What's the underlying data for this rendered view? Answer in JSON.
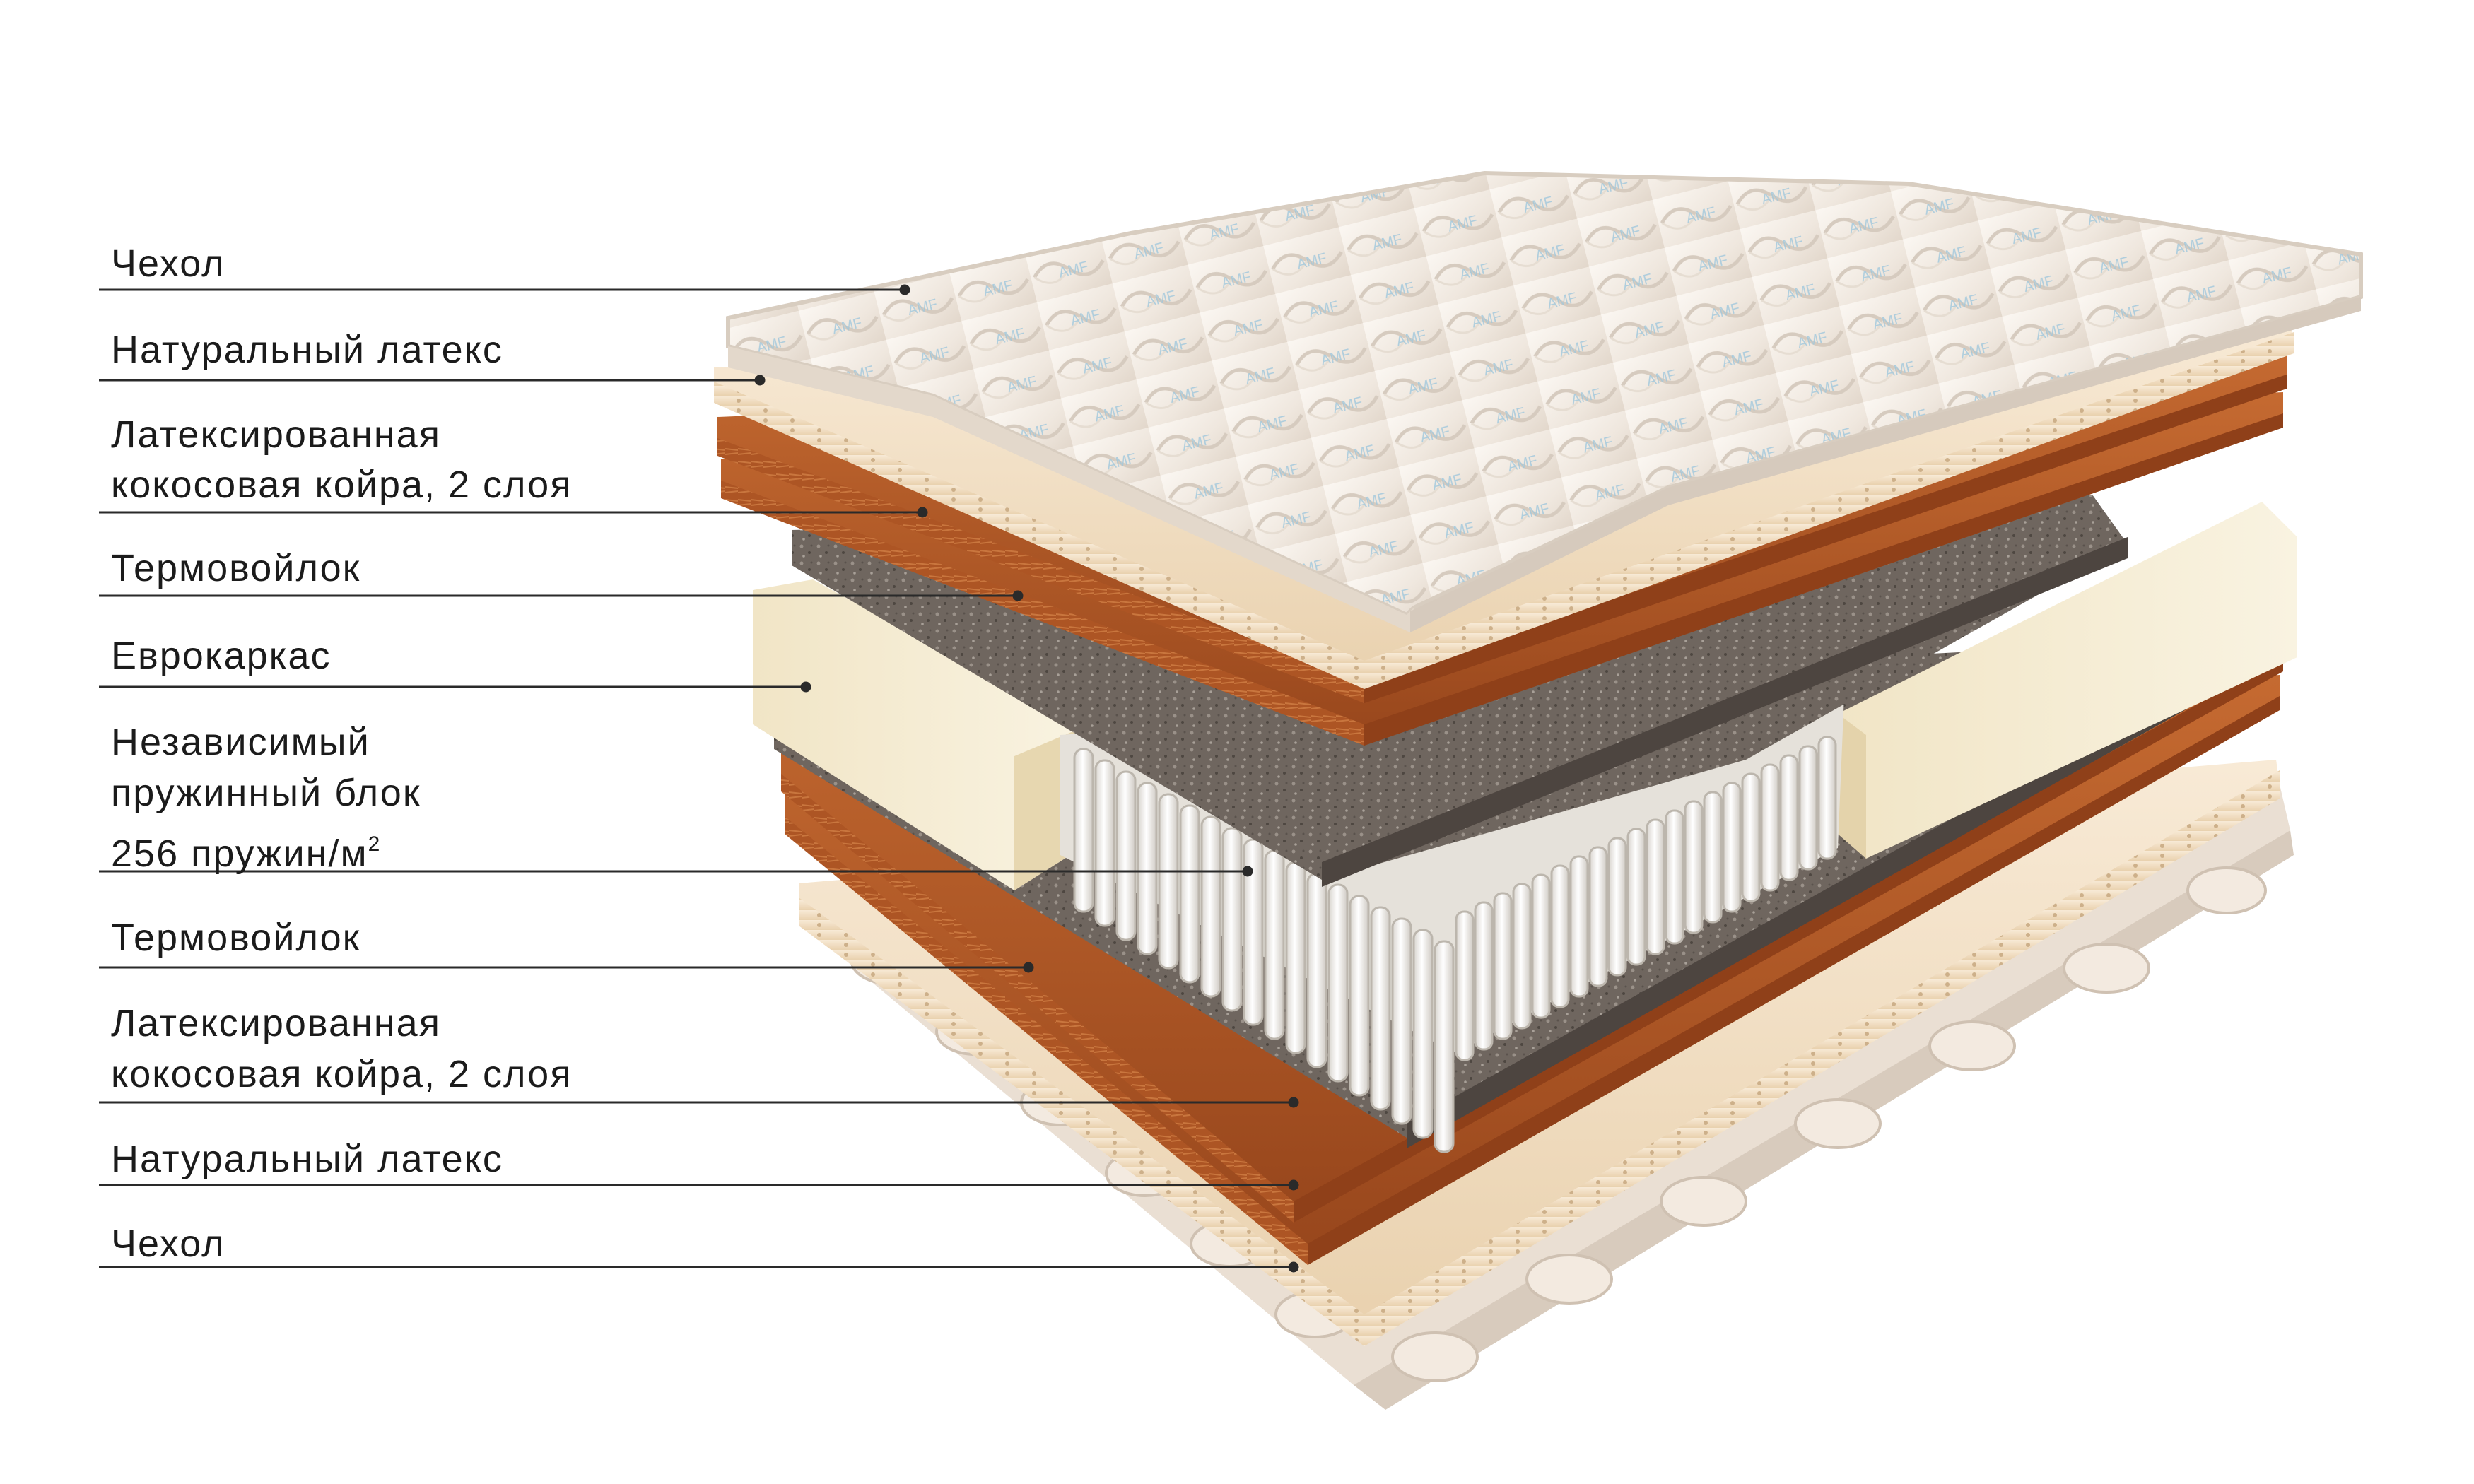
{
  "labels": {
    "cover_top": "Чехол",
    "latex_top": "Натуральный латекс",
    "coir_top_line1": "Латексированная",
    "coir_top_line2": "кокосовая койра, 2 слоя",
    "felt_top": "Термовойлок",
    "euroframe": "Еврокаркас",
    "springs_line1": "Независимый",
    "springs_line2": "пружинный блок",
    "springs_line3": "256 пружин/м",
    "springs_sup": "2",
    "felt_bottom": "Термовойлок",
    "coir_bottom_line1": "Латексированная",
    "coir_bottom_line2": "кокосовая койра, 2 слоя",
    "latex_bottom": "Натуральный латекс",
    "cover_bottom": "Чехол"
  },
  "cover_print": "AMF",
  "colors": {
    "cover": "#f3ece4",
    "latex": "#f1dcc0",
    "coir": "#b55a27",
    "felt": "#6e655e",
    "euroframe": "#f5ecd2",
    "springs": "#f4f2ee",
    "leader": "#2a2a2a",
    "text": "#1b1b1b"
  }
}
